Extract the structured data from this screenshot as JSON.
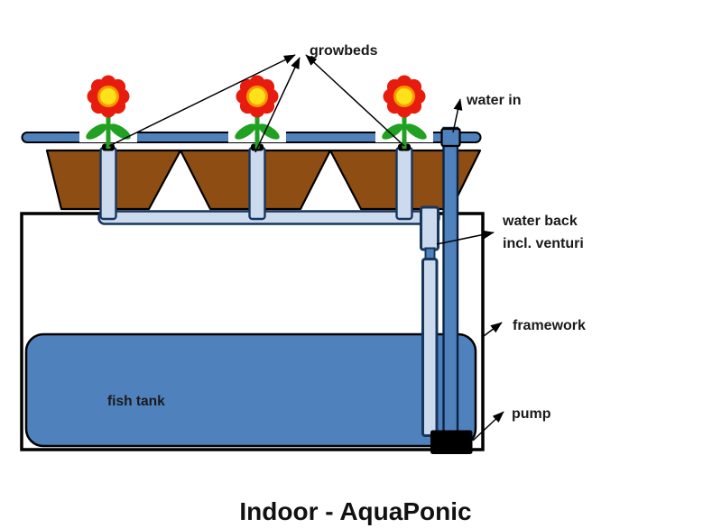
{
  "diagram": {
    "title": "Indoor - AquaPonic",
    "labels": {
      "growbeds": "growbeds",
      "water_in": "water in",
      "water_back_1": "water back",
      "water_back_2": "incl. venturi",
      "framework": "framework",
      "pump": "pump",
      "fish_tank": "fish tank"
    },
    "colors": {
      "accent_blue": "#4f81bd",
      "light_pipe_blue": "#ccdaee",
      "pipe_outline_navy": "#17365d",
      "pot_brown": "#8e4d13",
      "outline_black": "#000000",
      "pump_black": "#000000",
      "white": "#ffffff",
      "petal_red": "#e81c0e",
      "flower_center_yellow": "#ffe11a",
      "flower_center_orange": "#f59b00",
      "leaf_green": "#21a121",
      "label_text": "#1a1a1a"
    },
    "icons": {
      "flower": "flower-icon"
    }
  }
}
